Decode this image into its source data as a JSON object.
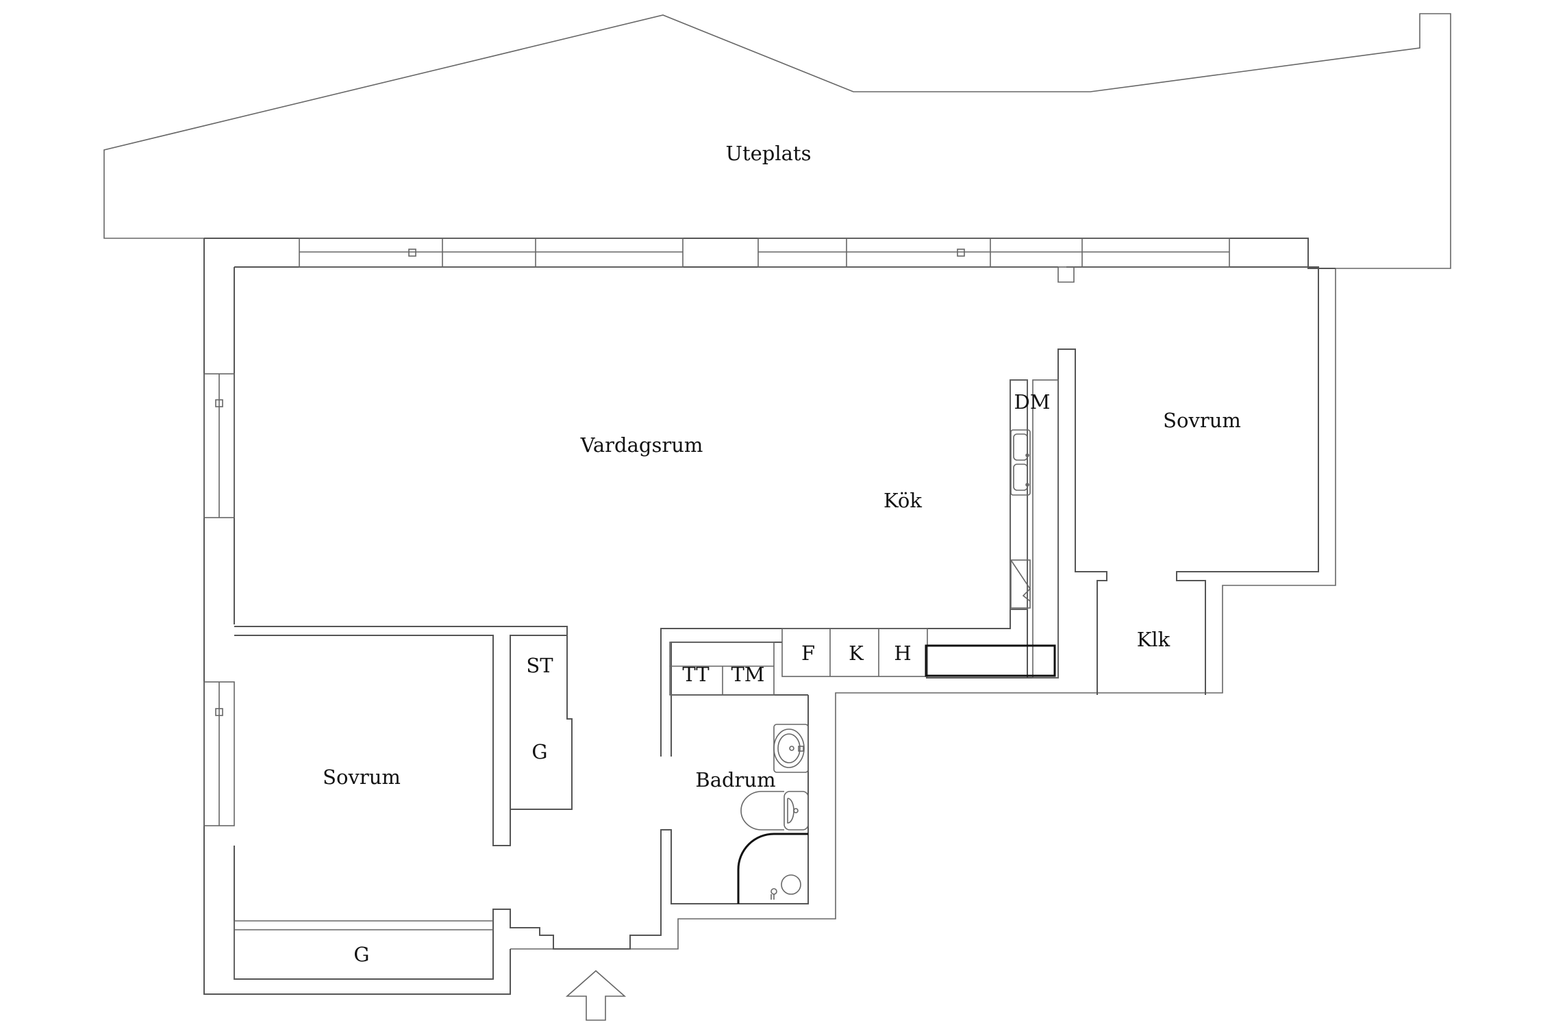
{
  "rooms": {
    "uteplats": "Uteplats",
    "vardagsrum": "Vardagsrum",
    "kok": "Kök",
    "sovrum_right": "Sovrum",
    "sovrum_left": "Sovrum",
    "klk": "Klk",
    "badrum": "Badrum",
    "st": "ST",
    "g_closet": "G",
    "g_wardrobe": "G",
    "dm": "DM",
    "f": "F",
    "k": "K",
    "h": "H",
    "tt": "TT",
    "tm": "TM"
  },
  "icons": {
    "entrance": "entrance-arrow-icon",
    "sink": "sink-icon",
    "toilet": "toilet-icon",
    "shower": "shower-icon",
    "kitchen_sink": "kitchen-sink-icon"
  }
}
